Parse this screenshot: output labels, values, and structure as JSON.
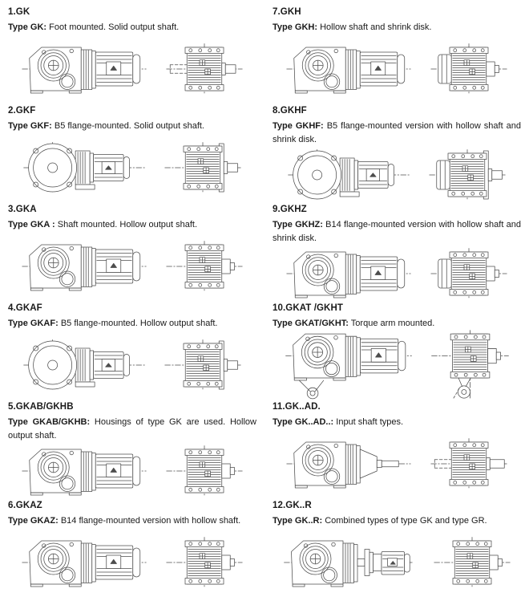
{
  "page": {
    "background": "#ffffff",
    "text_color": "#1a1a1a",
    "line_color": "#4d4d4d"
  },
  "items": [
    {
      "heading": "1.GK",
      "type_label": "Type GK:",
      "description": "Foot mounted. Solid output shaft.",
      "left_drawing": "side-motor",
      "right_drawing": "end-shaft-dashed"
    },
    {
      "heading": "2.GKF",
      "type_label": "Type GKF:",
      "description": "B5 flange-mounted. Solid output shaft.",
      "left_drawing": "flange-motor",
      "right_drawing": "end-flange-shaft"
    },
    {
      "heading": "3.GKA",
      "type_label": "Type GKA :",
      "description": "Shaft mounted. Hollow output shaft.",
      "left_drawing": "side-motor",
      "right_drawing": "end-block-right"
    },
    {
      "heading": "4.GKAF",
      "type_label": "Type GKAF:",
      "description": "B5 flange-mounted. Hollow output shaft.",
      "left_drawing": "flange-motor",
      "right_drawing": "end-flange-shaft"
    },
    {
      "heading": "5.GKAB/GKHB",
      "type_label": "Type GKAB/GKHB:",
      "description": "Housings of type GK are used. Hollow output shaft.",
      "left_drawing": "side-motor",
      "right_drawing": "end-block-right"
    },
    {
      "heading": "6.GKAZ",
      "type_label": "Type GKAZ:",
      "description": "B14 flange-mounted version with hollow shaft.",
      "left_drawing": "side-motor",
      "right_drawing": "end-block-right"
    },
    {
      "heading": "7.GKH",
      "type_label": "Type GKH:",
      "description": "Hollow shaft and shrink disk.",
      "left_drawing": "side-motor",
      "right_drawing": "end-disc-left"
    },
    {
      "heading": "8.GKHF",
      "type_label": "Type GKHF:",
      "description": "B5 flange-mounted version with hollow shaft and shrink disk.",
      "left_drawing": "flange-motor",
      "right_drawing": "end-disc-left-flange"
    },
    {
      "heading": "9.GKHZ",
      "type_label": "Type GKHZ:",
      "description": "B14 flange-mounted version with hollow shaft and shrink disk.",
      "left_drawing": "side-motor",
      "right_drawing": "end-disc-left"
    },
    {
      "heading": "10.GKAT /GKHT",
      "type_label": "Type GKAT/GKHT:",
      "description": "Torque arm mounted.",
      "left_drawing": "side-motor-torque",
      "right_drawing": "end-torque-wheel"
    },
    {
      "heading": "11.GK..AD.",
      "type_label": "Type GK..AD..:",
      "description": "Input shaft types.",
      "left_drawing": "side-input-shaft",
      "right_drawing": "end-shaft-dashed-long"
    },
    {
      "heading": "12.GK..R",
      "type_label": "Type GK..R:",
      "description": "Combined types of type GK and type GR.",
      "left_drawing": "side-motor-combined",
      "right_drawing": "end-block-right"
    }
  ]
}
